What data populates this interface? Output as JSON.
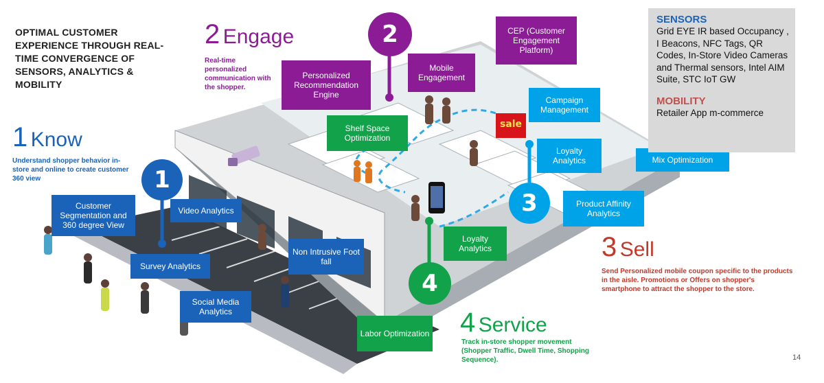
{
  "title": "OPTIMAL CUSTOMER EXPERIENCE THROUGH REAL-TIME CONVERGENCE OF SENSORS, ANALYTICS & MOBILITY",
  "steps": {
    "know": {
      "number": "1",
      "title": "Know",
      "description": "Understand shopper behavior in-store and online to create customer 360 view",
      "color": "#1a63b8"
    },
    "engage": {
      "number": "2",
      "title": "Engage",
      "description": "Real-time personalized communication with the shopper.",
      "color": "#8b1c96"
    },
    "sell": {
      "number": "3",
      "title": "Sell",
      "description": "Send Personalized mobile coupon specific to the products in the aisle.   Promotions or Offers on shopper's smartphone to attract the shopper to the store.",
      "color": "#c0392b"
    },
    "service": {
      "number": "4",
      "title": "Service",
      "description": "Track in-store shopper movement (Shopper Traffic, Dwell Time, Shopping Sequence).",
      "color": "#12a24a"
    }
  },
  "markers": [
    "1",
    "2",
    "3",
    "4"
  ],
  "labels": {
    "customer_segmentation": "Customer Segmentation and 360 degree View",
    "video_analytics": "Video Analytics",
    "survey_analytics": "Survey Analytics",
    "social_media": "Social Media Analytics",
    "non_intrusive": "Non Intrusive Foot fall",
    "shelf_space": "Shelf Space Optimization",
    "personalized_rec": "Personalized Recommendation Engine",
    "mobile_engagement": "Mobile Engagement",
    "cep": "CEP (Customer Engagement Platform)",
    "campaign_mgmt": "Campaign Management",
    "loyalty_upper": "Loyalty Analytics",
    "mix_opt": "Mix Optimization",
    "product_affinity": "Product Affinity Analytics",
    "loyalty_lower": "Loyalty Analytics",
    "labor_opt": "Labor Optimization",
    "sale_sign": "sale"
  },
  "sensors_panel": {
    "sensors_heading": "SENSORS",
    "sensors_text": "Grid EYE IR based Occupancy , I Beacons, NFC Tags, QR Codes, In-Store Video Cameras and Thermal sensors,  Intel AIM Suite, STC IoT GW",
    "mobility_heading": "MOBILITY",
    "mobility_text": "Retailer App m-commerce"
  },
  "page_number": "14"
}
